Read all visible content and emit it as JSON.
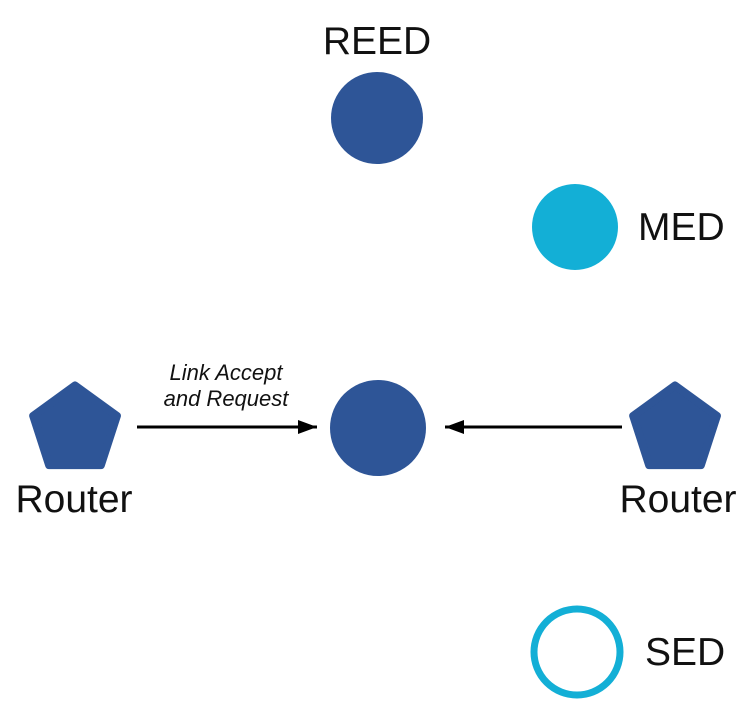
{
  "nodes": {
    "reed": {
      "label": "REED",
      "shape": "circle-filled",
      "color": "#2E5597"
    },
    "med": {
      "label": "MED",
      "shape": "circle-filled",
      "color": "#13AFD6"
    },
    "center": {
      "label": "",
      "shape": "circle-filled",
      "color": "#2E5597"
    },
    "router_left": {
      "label": "Router",
      "shape": "pentagon",
      "color": "#2E5597"
    },
    "router_right": {
      "label": "Router",
      "shape": "pentagon",
      "color": "#2E5597"
    },
    "sed": {
      "label": "SED",
      "shape": "circle-outline",
      "color": "#13AFD6"
    }
  },
  "edges": {
    "left_arrow": {
      "from": "router_left",
      "to": "center",
      "label_lines": [
        "Link Accept",
        "and Request"
      ]
    },
    "right_arrow": {
      "from": "router_right",
      "to": "center",
      "label_lines": [
        "",
        ""
      ]
    }
  },
  "colors": {
    "node_dark": "#2E5597",
    "node_cyan": "#13AFD6",
    "arrow": "#000000",
    "text": "#111111"
  }
}
